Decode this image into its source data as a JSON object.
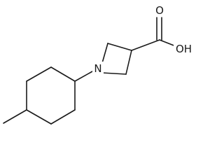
{
  "molecule": {
    "atoms": {
      "nitrogen": "N",
      "carbonyl_oxygen": "O",
      "hydroxyl": "OH"
    },
    "colors": {
      "bond": "#1a1a1a",
      "label": "#1a1a1a",
      "background": "#ffffff"
    }
  }
}
